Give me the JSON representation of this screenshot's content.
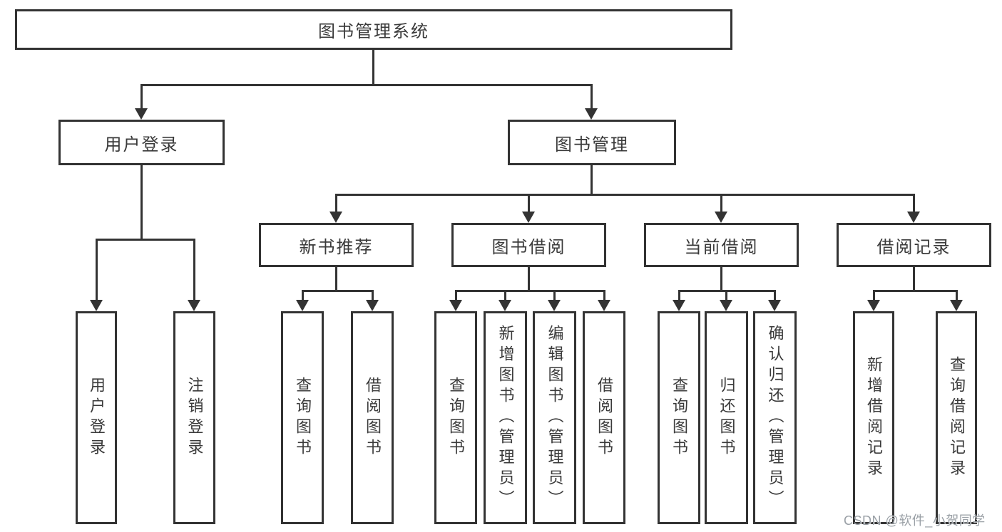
{
  "colors": {
    "line": "#333333",
    "text": "#3a3a3a",
    "box_bg": "#ffffff",
    "background": "#ffffff",
    "watermark": "#9aa0a6"
  },
  "diagram": {
    "type": "tree",
    "root": {
      "label": "图书管理系统"
    },
    "level2": [
      {
        "label": "用户登录"
      },
      {
        "label": "图书管理"
      }
    ],
    "level3": [
      {
        "label": "新书推荐"
      },
      {
        "label": "图书借阅"
      },
      {
        "label": "当前借阅"
      },
      {
        "label": "借阅记录"
      }
    ],
    "leaves": {
      "login": [
        "用户登录",
        "注销登录"
      ],
      "recommend": [
        "查询图书",
        "借阅图书"
      ],
      "borrow": [
        "查询图书",
        "新增图书（管理员）",
        "编辑图书（管理员）",
        "借阅图书"
      ],
      "current": [
        "查询图书",
        "归还图书",
        "确认归还（管理员）"
      ],
      "records": [
        "新增借阅记录",
        "查询借阅记录"
      ]
    }
  },
  "watermark": {
    "text": "CSDN @软件_小贺同学"
  }
}
